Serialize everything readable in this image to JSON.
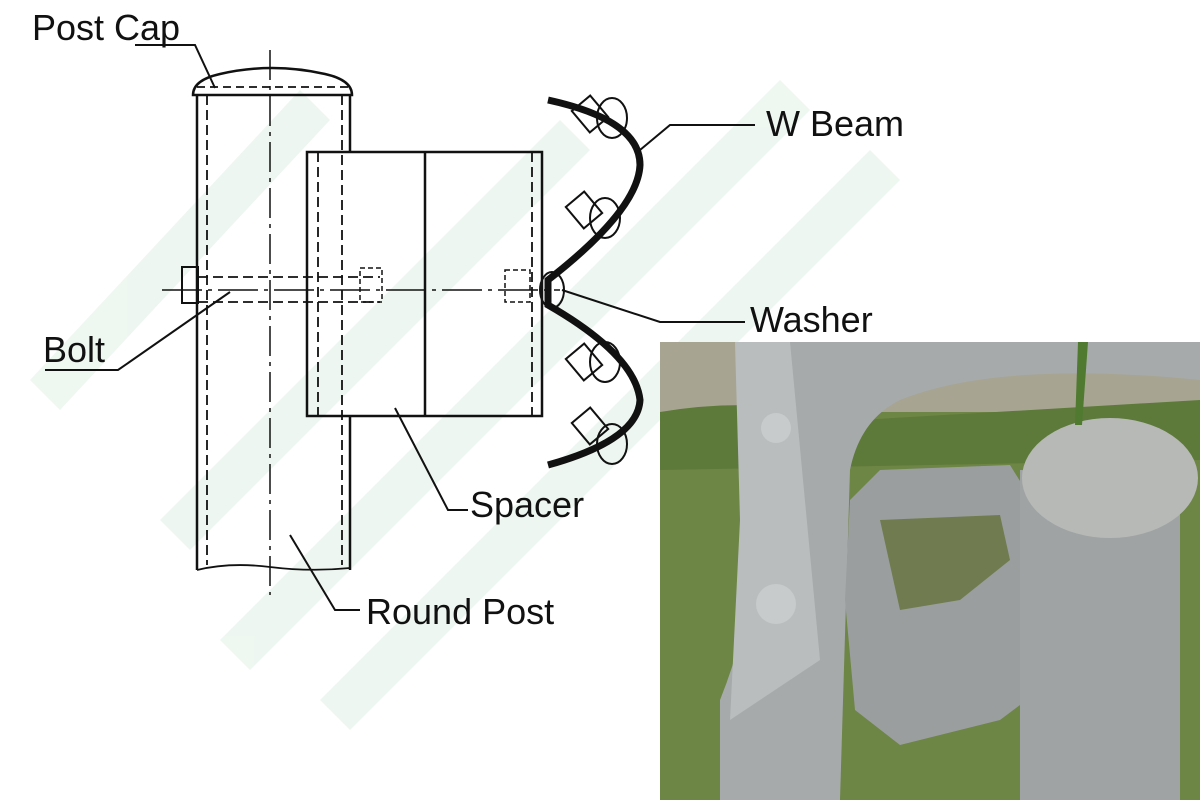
{
  "labels": {
    "post_cap": "Post Cap",
    "w_beam": "W Beam",
    "bolt": "Bolt",
    "washer": "Washer",
    "spacer": "Spacer",
    "round_post": "Round Post"
  },
  "colors": {
    "line": "#111111",
    "watermark": "#e6f2ea",
    "photo_grass": "#5f7a3a",
    "photo_steel": "#a9adae"
  }
}
